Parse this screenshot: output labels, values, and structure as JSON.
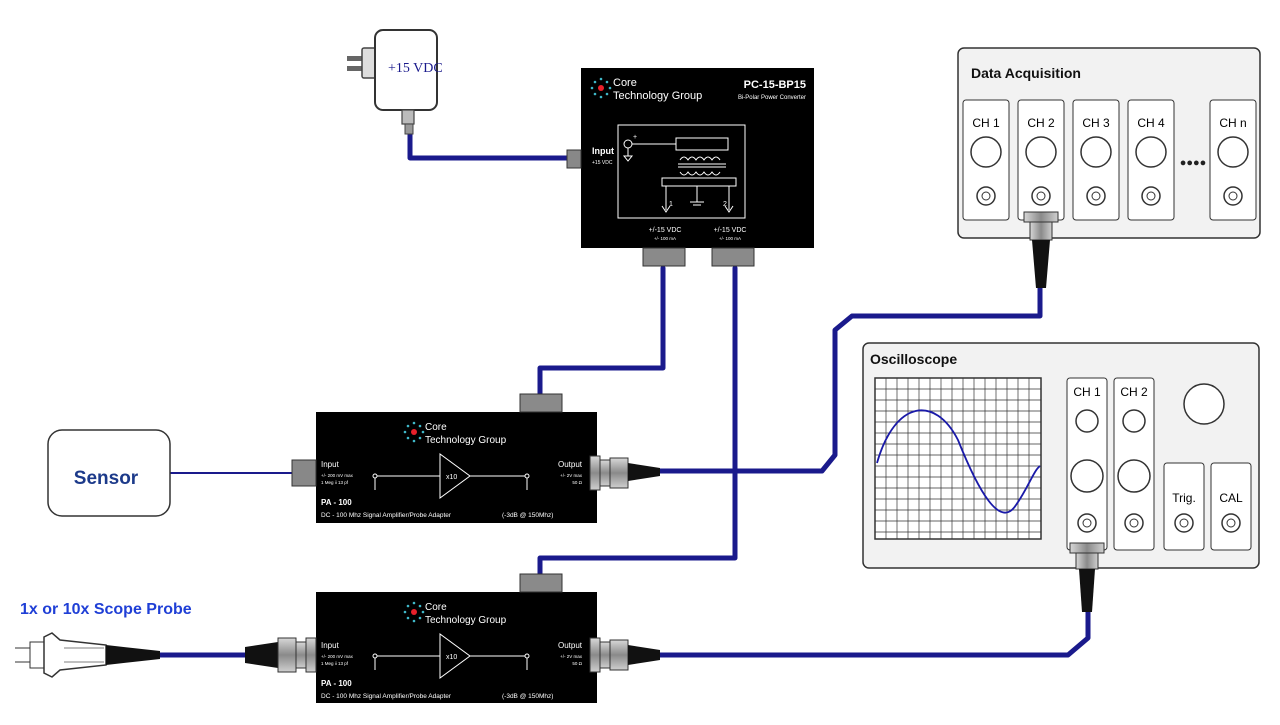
{
  "adapter": {
    "label": "+15 VDC"
  },
  "converter": {
    "brand_line1": "Core",
    "brand_line2": "Technology Group",
    "model": "PC-15-BP15",
    "subtitle": "Bi-Polar Power Converter",
    "input_label": "Input",
    "input_spec": "+15 VDC",
    "out1_num": "1",
    "out2_num": "2",
    "out1_label": "+/-15 VDC",
    "out1_spec": "+/- 100 mA",
    "out2_label": "+/-15 VDC",
    "out2_spec": "+/- 100 mA"
  },
  "daq": {
    "title": "Data Acquisition",
    "channels": [
      "CH 1",
      "CH 2",
      "CH 3",
      "CH 4",
      "CH n"
    ],
    "ellipsis": "●●●●"
  },
  "scope": {
    "title": "Oscilloscope",
    "ch1": "CH 1",
    "ch2": "CH 2",
    "trig": "Trig.",
    "cal": "CAL"
  },
  "sensor": {
    "label": "Sensor"
  },
  "probe": {
    "label": "1x or 10x Scope Probe"
  },
  "amp_top": {
    "brand_line1": "Core",
    "brand_line2": "Technology Group",
    "input_label": "Input",
    "input_spec1": "+/- 200 mV max",
    "input_spec2": "1 Meg ii 13 pf",
    "gain": "x10",
    "output_label": "Output",
    "output_spec1": "+/- 2V max",
    "output_spec2": "50 Ω",
    "model": "PA - 100",
    "description": "DC - 100 Mhz Signal Amplifier/Probe Adapter",
    "bandwidth": "(-3dB @ 150Mhz)"
  },
  "amp_bottom": {
    "brand_line1": "Core",
    "brand_line2": "Technology Group",
    "input_label": "Input",
    "input_spec1": "+/- 200 mV max",
    "input_spec2": "1 Meg ii 13 pf",
    "gain": "x10",
    "output_label": "Output",
    "output_spec1": "+/- 2V max",
    "output_spec2": "50 Ω",
    "model": "PA - 100",
    "description": "DC - 100 Mhz Signal Amplifier/Probe Adapter",
    "bandwidth": "(-3dB @ 150Mhz)"
  },
  "colors": {
    "cable": "#1a1a8c",
    "box": "#000000",
    "panel": "#f2f2f2",
    "probe_label": "#1f3fd6",
    "sensor_label": "#1c3a8a",
    "trace": "#1a1aa8",
    "led_red": "#e8202a",
    "led_teal": "#3fb8c8"
  }
}
